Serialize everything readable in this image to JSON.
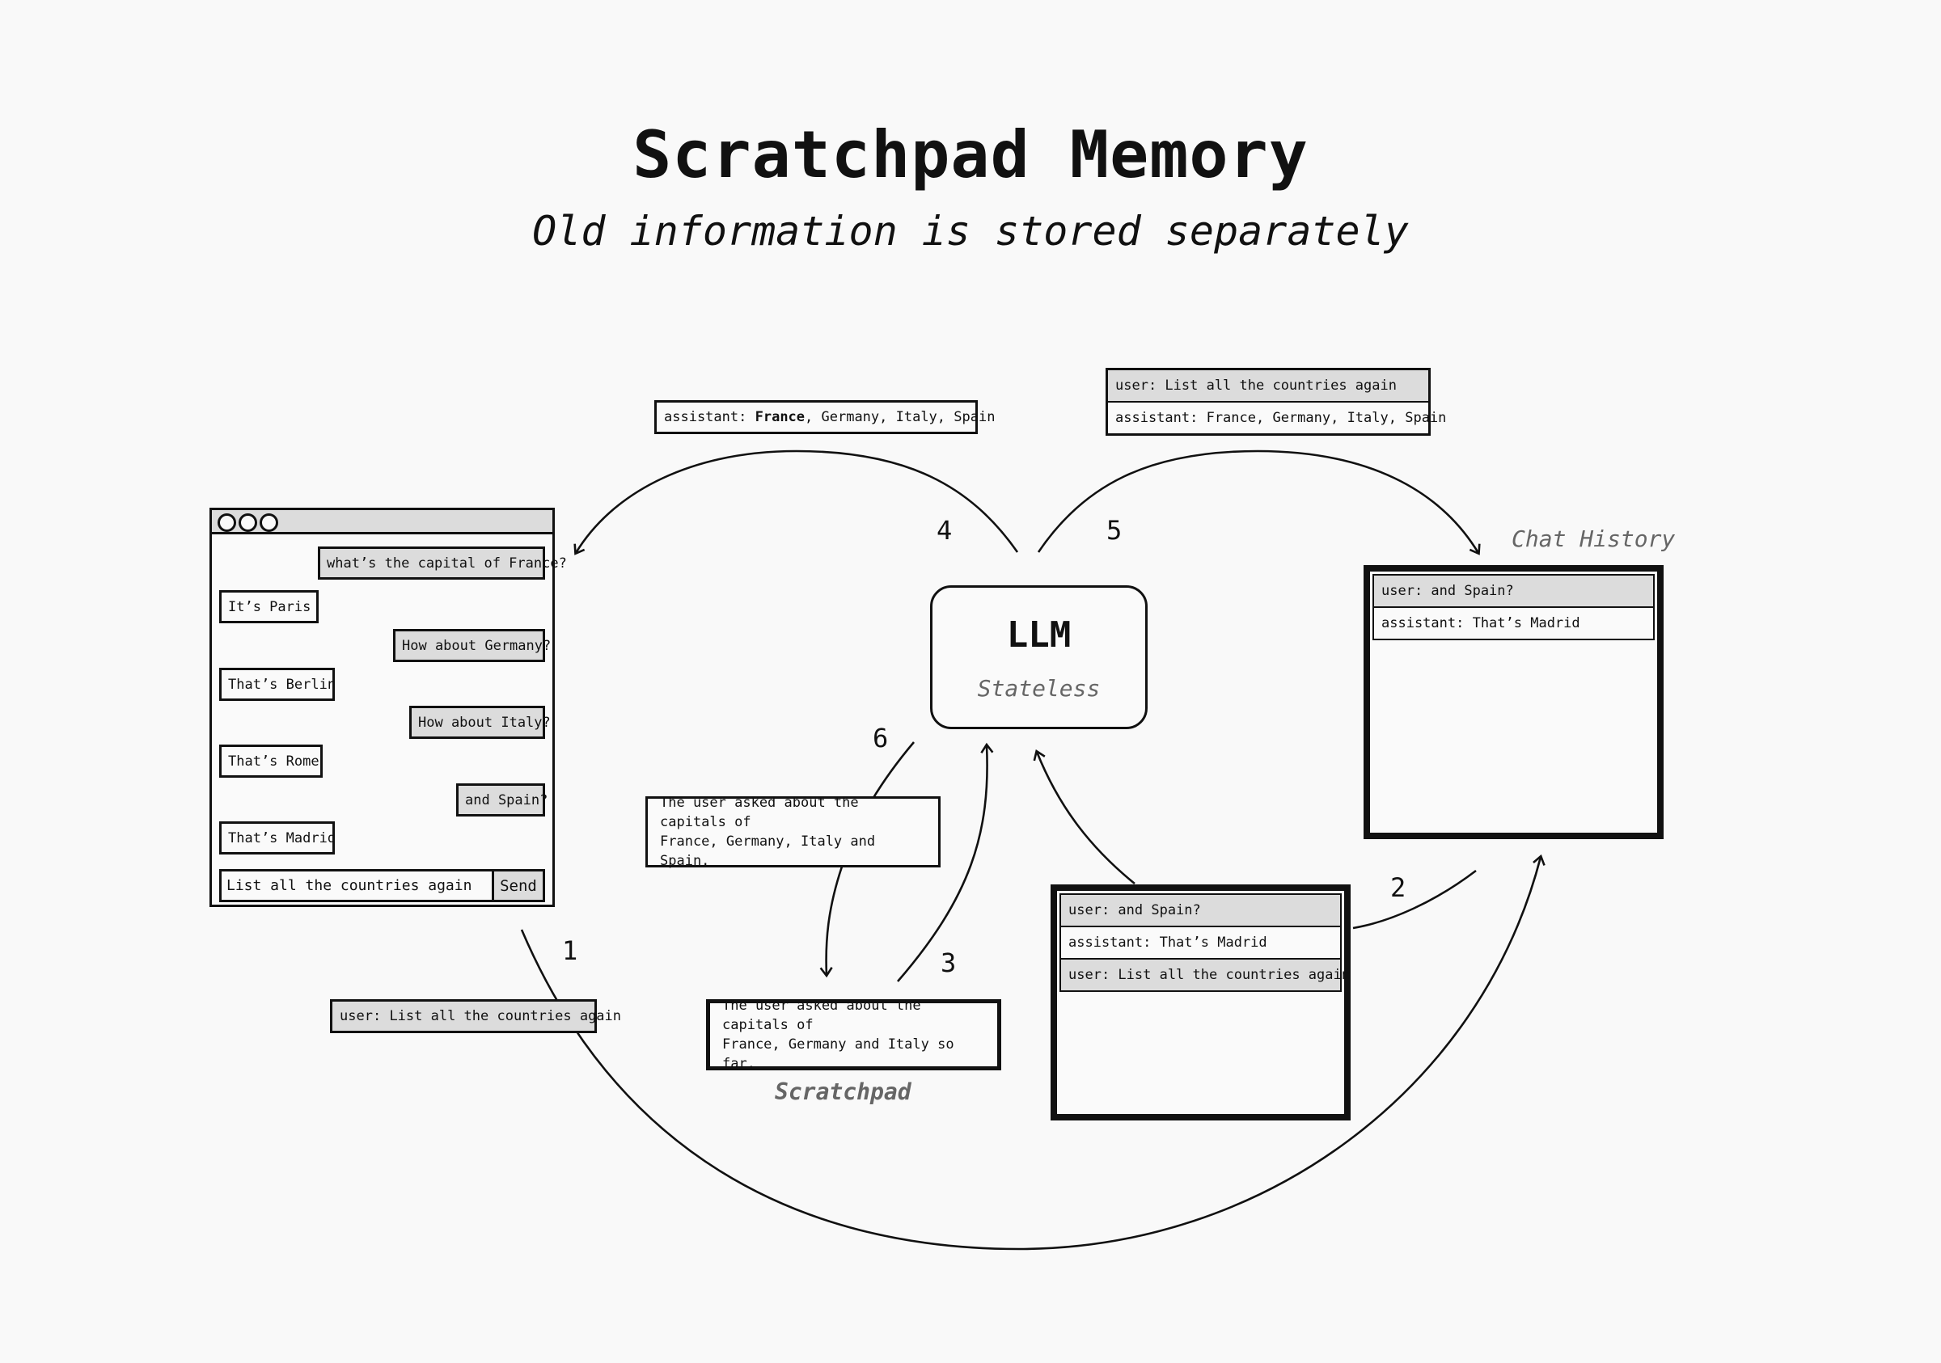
{
  "title": "Scratchpad Memory",
  "subtitle": "Old information is stored separately",
  "llm": {
    "title": "LLM",
    "subtitle": "Stateless"
  },
  "chat_window": {
    "messages": [
      {
        "role": "user",
        "text": "what’s the capital of France?"
      },
      {
        "role": "assistant",
        "text": "It’s Paris"
      },
      {
        "role": "user",
        "text": "How about Germany?"
      },
      {
        "role": "assistant",
        "text": "That’s Berlin"
      },
      {
        "role": "user",
        "text": "How about Italy?"
      },
      {
        "role": "assistant",
        "text": "That’s Rome"
      },
      {
        "role": "user",
        "text": "and Spain?"
      },
      {
        "role": "assistant",
        "text": "That’s Madrid"
      }
    ],
    "input_value": "List all the countries again",
    "send_label": "Send"
  },
  "step_labels": {
    "s1": "1",
    "s2": "2",
    "s3": "3",
    "s4": "4",
    "s5": "5",
    "s6": "6"
  },
  "step1_message": {
    "prefix": "user:",
    "text": "List all the countries again"
  },
  "step4_message": {
    "prefix": "assistant:",
    "highlight": "France",
    "rest": ", Germany, Italy, Spain"
  },
  "step5_messages": [
    {
      "text": "user: List all the countries again"
    },
    {
      "text": "assistant: France, Germany, Italy, Spain"
    }
  ],
  "chat_history": {
    "label": "Chat History",
    "rows": [
      {
        "text": "user: and Spain?"
      },
      {
        "text": "assistant: That’s Madrid"
      }
    ]
  },
  "context_window": {
    "rows": [
      {
        "text": "user: and Spain?"
      },
      {
        "text": "assistant: That’s Madrid"
      },
      {
        "text": "user: List all the countries again"
      }
    ]
  },
  "new_summary": {
    "line1": "The user asked about the capitals of",
    "line2": "France, Germany, Italy and Spain."
  },
  "scratchpad": {
    "label": "Scratchpad",
    "line1": "The user asked about the capitals of",
    "line2": "France, Germany and Italy so far."
  }
}
